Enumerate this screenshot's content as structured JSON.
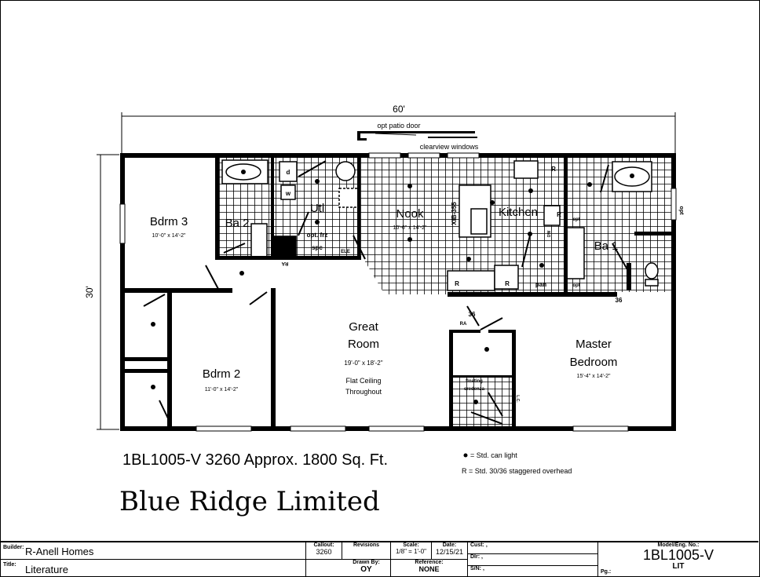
{
  "plan": {
    "overall_width": "60'",
    "overall_depth": "30'",
    "opt_patio_door": "opt patio door",
    "clearview_windows": "clearview windows",
    "rooms": {
      "bdrm3": {
        "name": "Bdrm 3",
        "size": "10'-0\" x 14'-2\""
      },
      "ba2": {
        "name": "Ba 2"
      },
      "utl": {
        "name": "Utl"
      },
      "nook": {
        "name": "Nook",
        "size": "10'-6\" x 14'-2\""
      },
      "kitchen": {
        "name": "Kitchen"
      },
      "ba1": {
        "name": "Ba 1"
      },
      "bdrm2": {
        "name": "Bdrm 2",
        "size": "11'-0\" x 14'-2\""
      },
      "great_room": {
        "name_line1": "Great",
        "name_line2": "Room",
        "size": "19'-0\" x 18'-2\"",
        "note_line1": "Flat Ceiling",
        "note_line2": "Throughout"
      },
      "master": {
        "name_line1": "Master",
        "name_line2": "Bedroom",
        "size": "15'-4\" x 14'-2\""
      }
    },
    "fixtures": {
      "dryer": "d",
      "washer": "w",
      "opt_frz": "opt. frz",
      "spc": "spc",
      "ele": "ELE",
      "ra1": "RA",
      "ra2": "RA",
      "xib": "XIB-355",
      "r": "R",
      "dw": "DW",
      "pan": "pan",
      "opt": "opt",
      "dim36": "36",
      "floating": "floating",
      "credenza": "credenza",
      "lc": "L.C."
    }
  },
  "caption": "1BL1005-V 3260  Approx. 1800 Sq. Ft.",
  "legend": {
    "can_light": "= Std. can light",
    "overhead": "R = Std. 30/36 staggered overhead"
  },
  "brand": "Blue Ridge Limited",
  "title_block": {
    "builder_label": "Builder:",
    "builder": "R-Anell Homes",
    "title_label": "Title:",
    "title": "Literature",
    "callout_label": "Callout:",
    "callout": "3260",
    "revisions_label": "Revisions",
    "drawn_by_label": "Drawn By:",
    "drawn_by": "OY",
    "scale_label": "Scale:",
    "scale": "1/8\" = 1'-0\"",
    "date_label": "Date:",
    "date": "12/15/21",
    "reference_label": "Reference:",
    "reference": "NONE",
    "cust": "Cust: ,",
    "dlr": "Dlr:  ,",
    "sn": "S/N:  ,",
    "model_label": "Model/Eng. No.:",
    "model": "1BL1005-V",
    "pg_label": "Pg.:",
    "pg": "LIT"
  }
}
